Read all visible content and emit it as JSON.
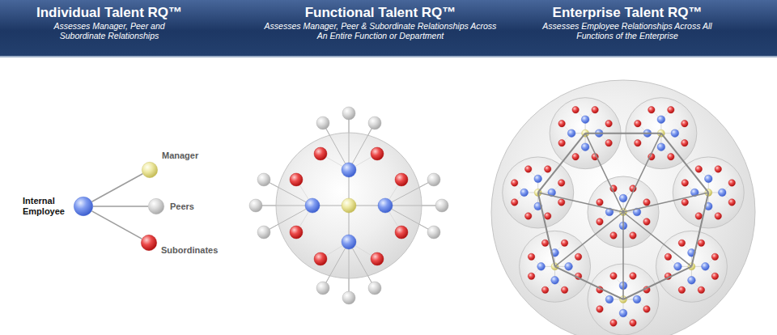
{
  "diagram": {
    "nodes": [
      {
        "text": [
          "Individual Talent RQ™",
          "Assesses Manager, Peer and Subordinate Relationships"
        ]
      },
      {
        "text": [
          "Functional Talent RQ™",
          "Assesses Manager, Peer & Subordinate Relationships Across An Entire Function or Department"
        ]
      },
      {
        "text": [
          "Enterprise Talent RQ™",
          "Assesses Employee Relationships Across All Functions of the Enterprise"
        ]
      },
      {
        "text": [
          "Internal Employee"
        ]
      },
      {
        "text": [
          "Manager"
        ]
      },
      {
        "text": [
          "Peers"
        ]
      },
      {
        "text": [
          "Subordinates"
        ]
      }
    ],
    "edges": [
      {
        "from": 3,
        "to": 4,
        "arrow": "none"
      },
      {
        "from": 3,
        "to": 5,
        "arrow": "none"
      },
      {
        "from": 3,
        "to": 6,
        "arrow": "none"
      }
    ]
  }
}
